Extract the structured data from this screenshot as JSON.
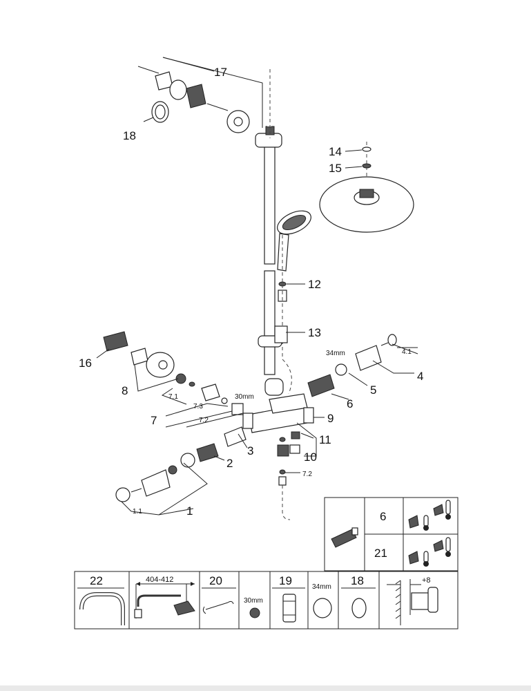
{
  "labels": {
    "p1": "1",
    "p1_1": "1.1",
    "p2": "2",
    "p3": "3",
    "p4": "4",
    "p4_1": "4.1",
    "p5": "5",
    "p6": "6",
    "p7": "7",
    "p7_1": "7.1",
    "p7_2": "7.2",
    "p7_3": "7.3",
    "p8": "8",
    "p9": "9",
    "p10": "10",
    "p11": "11",
    "p12": "12",
    "p13": "13",
    "p14": "14",
    "p15": "15",
    "p16": "16",
    "p17": "17",
    "p18": "18",
    "p7_2b": "7.2",
    "mm34": "34mm",
    "mm30": "30mm"
  },
  "side_table": {
    "row1": "6",
    "row2": "21"
  },
  "bottom_table": {
    "c22": "22",
    "dim": "404-412",
    "c20": "20",
    "mm30": "30mm",
    "c19": "19",
    "mm34": "34mm",
    "c18": "18",
    "plus8": "+8"
  }
}
